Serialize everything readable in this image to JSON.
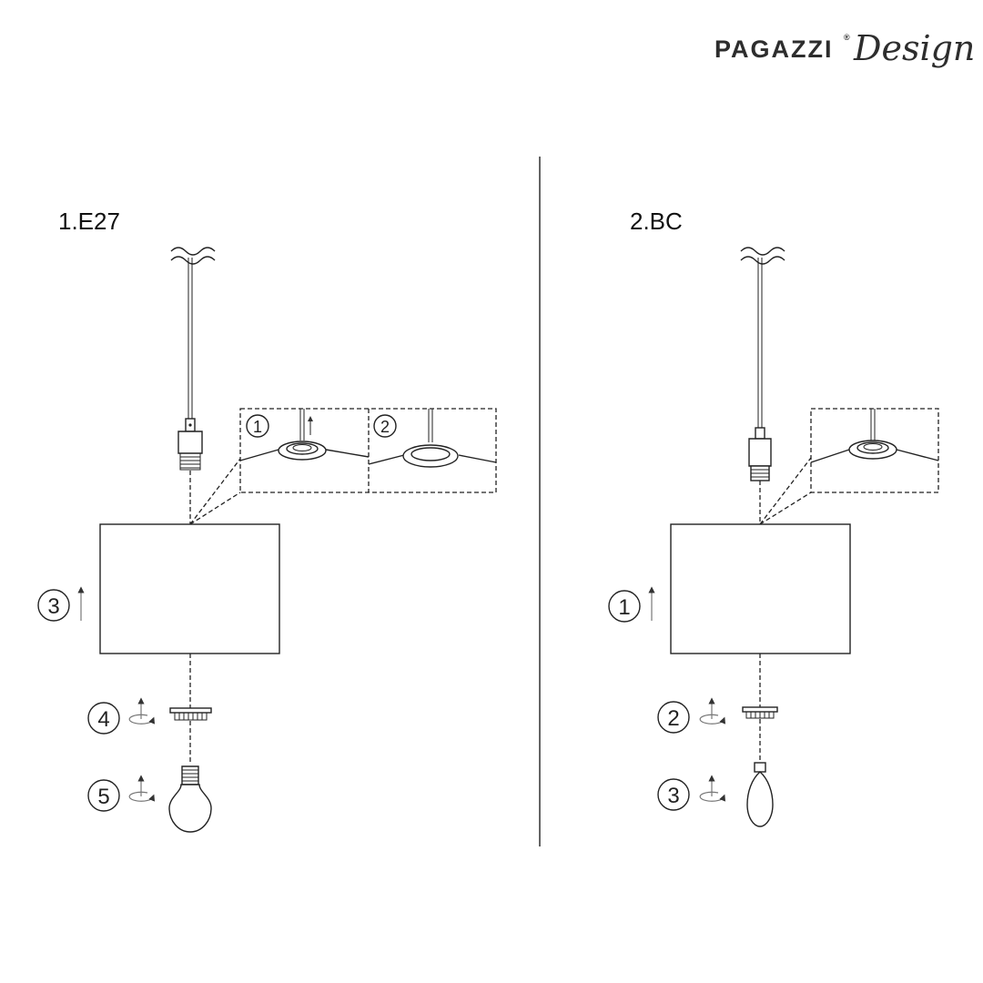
{
  "brand": {
    "name": "PAGAZZI",
    "mark": "®",
    "script": "Design"
  },
  "left": {
    "title": "1.E27",
    "inset_steps": [
      "1",
      "2"
    ],
    "steps": [
      "3",
      "4",
      "5"
    ]
  },
  "right": {
    "title": "2.BC",
    "steps": [
      "1",
      "2",
      "3"
    ]
  }
}
